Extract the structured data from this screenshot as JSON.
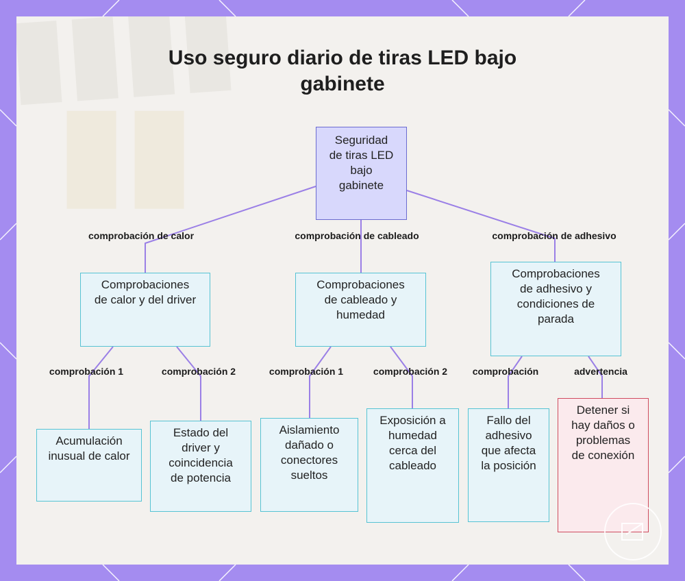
{
  "title_lines": [
    "Uso seguro diario de tiras LED bajo",
    "gabinete"
  ],
  "root": {
    "label": "Seguridad de tiras LED bajo gabinete"
  },
  "branches": [
    {
      "edge_label": "comprobación de calor",
      "label": "Comprobaciones de calor y del driver",
      "children": [
        {
          "edge_label": "comprobación 1",
          "label": "Acumulación inusual de calor",
          "type": "info"
        },
        {
          "edge_label": "comprobación 2",
          "label": "Estado del driver y coincidencia de potencia",
          "type": "info"
        }
      ]
    },
    {
      "edge_label": "comprobación de cableado",
      "label": "Comprobaciones de cableado y humedad",
      "children": [
        {
          "edge_label": "comprobación 1",
          "label": "Aislamiento dañado o conectores sueltos",
          "type": "info"
        },
        {
          "edge_label": "comprobación 2",
          "label": "Exposición a humedad cerca del cableado",
          "type": "info"
        }
      ]
    },
    {
      "edge_label": "comprobación de adhesivo",
      "label": "Comprobaciones de adhesivo y condiciones de parada",
      "children": [
        {
          "edge_label": "comprobación",
          "label": "Fallo del adhesivo que afecta la posición",
          "type": "info"
        },
        {
          "edge_label": "advertencia",
          "label": "Detener si hay daños o problemas de conexión",
          "type": "warning"
        }
      ]
    }
  ],
  "colors": {
    "frame": "#a48cf0",
    "edge": "#9a7fe6",
    "root_fill": "#d8d8fc",
    "node_border": "#56c3d3",
    "warning_border": "#cf4b5e"
  }
}
